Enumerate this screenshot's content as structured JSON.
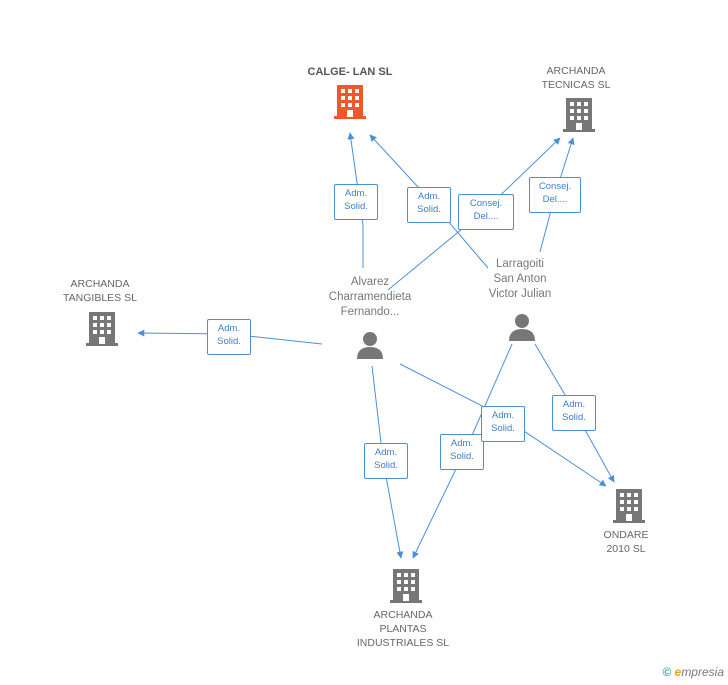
{
  "companies": {
    "calge": {
      "name": "CALGE- LAN SL",
      "icon": "building-icon",
      "color": "#f0572a"
    },
    "tecnicas": {
      "name": "ARCHANDA TECNICAS SL",
      "lines": [
        "ARCHANDA",
        "TECNICAS SL"
      ],
      "icon": "building-icon",
      "color": "#777777"
    },
    "tangibles": {
      "name": "ARCHANDA TANGIBLES SL",
      "lines": [
        "ARCHANDA",
        "TANGIBLES SL"
      ],
      "icon": "building-icon",
      "color": "#777777"
    },
    "ondare": {
      "name": "ONDARE 2010 SL",
      "lines": [
        "ONDARE",
        "2010 SL"
      ],
      "icon": "building-icon",
      "color": "#777777"
    },
    "plantas": {
      "name": "ARCHANDA PLANTAS INDUSTRIALES SL",
      "lines": [
        "ARCHANDA",
        "PLANTAS",
        "INDUSTRIALES SL"
      ],
      "icon": "building-icon",
      "color": "#777777"
    }
  },
  "persons": {
    "alvarez": {
      "lines": [
        "Alvarez",
        "Charramendieta",
        "Fernando..."
      ],
      "icon": "person-icon"
    },
    "larragoiti": {
      "lines": [
        "Larragoiti",
        "San Anton",
        "Victor Julian"
      ],
      "icon": "person-icon"
    }
  },
  "edges": [
    {
      "id": "e1",
      "lines": [
        "Adm.",
        "Solid."
      ]
    },
    {
      "id": "e2",
      "lines": [
        "Adm.",
        "Solid."
      ]
    },
    {
      "id": "e3",
      "lines": [
        "Consej.",
        "Del...."
      ]
    },
    {
      "id": "e4",
      "lines": [
        "Consej.",
        "Del...."
      ]
    },
    {
      "id": "e5",
      "lines": [
        "Adm.",
        "Solid."
      ]
    },
    {
      "id": "e6",
      "lines": [
        "Adm.",
        "Solid."
      ]
    },
    {
      "id": "e7",
      "lines": [
        "Adm.",
        "Solid."
      ]
    },
    {
      "id": "e8",
      "lines": [
        "Adm.",
        "Solid."
      ]
    },
    {
      "id": "e9",
      "lines": [
        "Adm.",
        "Solid."
      ]
    }
  ],
  "colors": {
    "edge": "#4a90d9",
    "person": "#777777"
  },
  "footer": {
    "copyright": "©",
    "brand_initial": "e",
    "brand_rest": "mpresia"
  }
}
